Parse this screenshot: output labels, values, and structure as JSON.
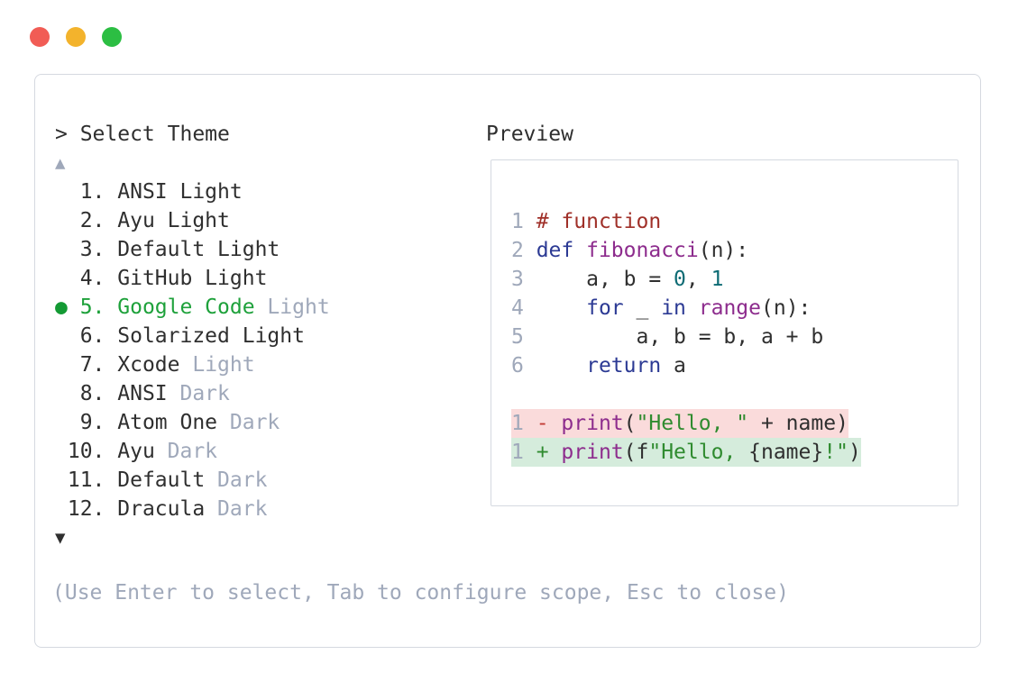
{
  "colors": {
    "ink": "#2f2f2f",
    "muted": "#9fa8ba",
    "border": "#d5d9e0",
    "accent_green": "#1ea13b",
    "dot_green": "#149a34",
    "kw": "#2c3a94",
    "fn": "#8d2c8d",
    "comment": "#a03029",
    "literal": "#0d6b74",
    "string": "#2f8b2f",
    "del_bg": "#fadbdb",
    "add_bg": "#d5ecdc",
    "del_fg": "#c23b34",
    "add_fg": "#2f8b2f",
    "light_red": "#f15c55",
    "light_yellow": "#f3b32c",
    "light_green": "#2cbe43"
  },
  "window": {
    "controls": [
      "close",
      "minimize",
      "zoom"
    ]
  },
  "prompt": {
    "text": "> Select Theme"
  },
  "list": {
    "up_arrow": "▲",
    "down_arrow": "▼",
    "selected_marker": "●",
    "items": [
      {
        "number": " 1.",
        "name": "ANSI Light",
        "suffix": "",
        "selected": false
      },
      {
        "number": " 2.",
        "name": "Ayu Light",
        "suffix": "",
        "selected": false
      },
      {
        "number": " 3.",
        "name": "Default Light",
        "suffix": "",
        "selected": false
      },
      {
        "number": " 4.",
        "name": "GitHub Light",
        "suffix": "",
        "selected": false
      },
      {
        "number": " 5.",
        "name": "Google Code",
        "suffix": "Light",
        "selected": true
      },
      {
        "number": " 6.",
        "name": "Solarized Light",
        "suffix": "",
        "selected": false
      },
      {
        "number": " 7.",
        "name": "Xcode",
        "suffix": "Light",
        "selected": false
      },
      {
        "number": " 8.",
        "name": "ANSI",
        "suffix": "Dark",
        "selected": false
      },
      {
        "number": " 9.",
        "name": "Atom One",
        "suffix": "Dark",
        "selected": false
      },
      {
        "number": "10.",
        "name": "Ayu",
        "suffix": "Dark",
        "selected": false
      },
      {
        "number": "11.",
        "name": "Default",
        "suffix": "Dark",
        "selected": false
      },
      {
        "number": "12.",
        "name": "Dracula",
        "suffix": "Dark",
        "selected": false
      }
    ]
  },
  "preview": {
    "label": "Preview",
    "code_lines": [
      {
        "tokens": [
          {
            "s": "ln",
            "t": "1 "
          },
          {
            "s": "com",
            "t": "# function"
          }
        ]
      },
      {
        "tokens": [
          {
            "s": "ln",
            "t": "2 "
          },
          {
            "s": "kw",
            "t": "def"
          },
          {
            "s": "plain",
            "t": " "
          },
          {
            "s": "fn",
            "t": "fibonacci"
          },
          {
            "s": "plain",
            "t": "(n):"
          }
        ]
      },
      {
        "tokens": [
          {
            "s": "ln",
            "t": "3 "
          },
          {
            "s": "plain",
            "t": "    a, b = "
          },
          {
            "s": "lit",
            "t": "0"
          },
          {
            "s": "plain",
            "t": ", "
          },
          {
            "s": "lit",
            "t": "1"
          }
        ]
      },
      {
        "tokens": [
          {
            "s": "ln",
            "t": "4 "
          },
          {
            "s": "plain",
            "t": "    "
          },
          {
            "s": "kw",
            "t": "for"
          },
          {
            "s": "plain",
            "t": " _ "
          },
          {
            "s": "kw",
            "t": "in"
          },
          {
            "s": "plain",
            "t": " "
          },
          {
            "s": "fn",
            "t": "range"
          },
          {
            "s": "plain",
            "t": "(n):"
          }
        ]
      },
      {
        "tokens": [
          {
            "s": "ln",
            "t": "5 "
          },
          {
            "s": "plain",
            "t": "        a, b = b, a + b"
          }
        ]
      },
      {
        "tokens": [
          {
            "s": "ln",
            "t": "6 "
          },
          {
            "s": "plain",
            "t": "    "
          },
          {
            "s": "kw",
            "t": "return"
          },
          {
            "s": "plain",
            "t": " a"
          }
        ]
      },
      {
        "blank": true
      },
      {
        "bg": "del",
        "tokens": [
          {
            "s": "ln",
            "t": "1 "
          },
          {
            "s": "minus",
            "t": "- "
          },
          {
            "s": "fn",
            "t": "print"
          },
          {
            "s": "plain",
            "t": "("
          },
          {
            "s": "str",
            "t": "\"Hello, \""
          },
          {
            "s": "plain",
            "t": " + name)"
          }
        ]
      },
      {
        "bg": "add",
        "tokens": [
          {
            "s": "ln",
            "t": "1 "
          },
          {
            "s": "plus",
            "t": "+ "
          },
          {
            "s": "fn",
            "t": "print"
          },
          {
            "s": "plain",
            "t": "(f"
          },
          {
            "s": "str",
            "t": "\"Hello, "
          },
          {
            "s": "plain",
            "t": "{name}"
          },
          {
            "s": "str",
            "t": "!\""
          },
          {
            "s": "plain",
            "t": ")"
          }
        ]
      }
    ]
  },
  "footer": {
    "hint": "(Use Enter to select, Tab to configure scope, Esc to close)"
  }
}
